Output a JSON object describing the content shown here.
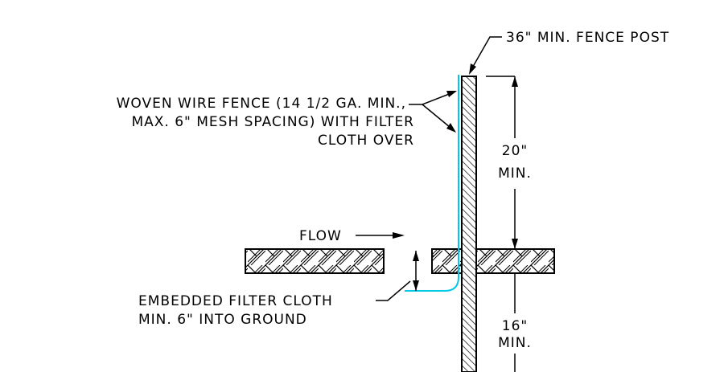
{
  "labels": {
    "fence_post": "36\" MIN. FENCE POST",
    "woven_line1": "WOVEN WIRE FENCE (14 1/2 GA. MIN.,",
    "woven_line2": "MAX. 6\" MESH SPACING) WITH FILTER",
    "woven_line3": "CLOTH OVER",
    "dim_top_value": "20\"",
    "dim_top_min": "MIN.",
    "flow": "FLOW",
    "embedded_line1": "EMBEDDED FILTER CLOTH",
    "embedded_line2": "MIN. 6\" INTO GROUND",
    "dim_bottom_value": "16\"",
    "dim_bottom_min": "MIN."
  },
  "colors": {
    "line": "#000000",
    "filter_cloth": "#00c8e8",
    "background": "#ffffff"
  }
}
